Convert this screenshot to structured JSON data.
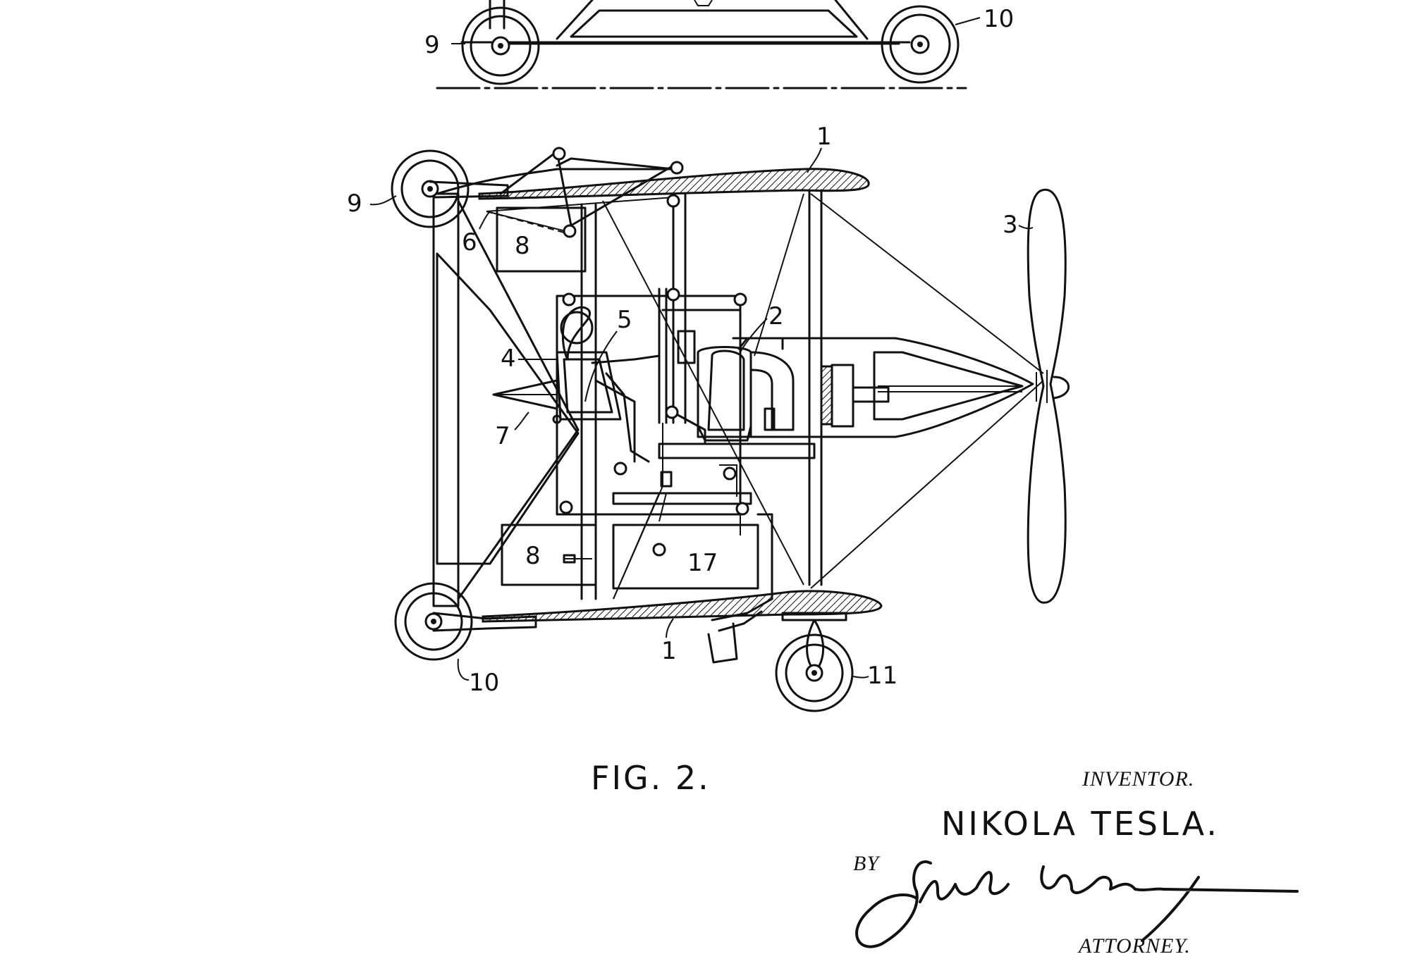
{
  "figure": {
    "label": "FIG. 2.",
    "reference_numerals": {
      "wing_top": "1",
      "wing_bottom": "1",
      "engine": "2",
      "propeller": "3",
      "seat": "4",
      "pilot": "5",
      "strut": "6",
      "nose": "7",
      "tank_top": "8",
      "tank_bottom": "8",
      "wheel_top_left": "9",
      "wheel_bottom_left": "10",
      "wheel_tail": "11",
      "battery": "17",
      "partial_wheel_left": "9",
      "partial_wheel_right": "10"
    }
  },
  "attestation": {
    "inventor_caption": "INVENTOR.",
    "inventor_name": "NIKOLA TESLA.",
    "by_label": "BY",
    "attorney_caption": "ATTORNEY.",
    "attorney_signature": "John P. Tarbox"
  }
}
